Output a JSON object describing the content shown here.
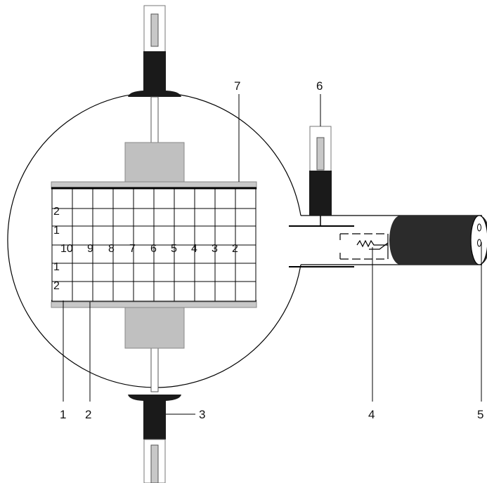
{
  "callouts": {
    "c1": "1",
    "c2": "2",
    "c3": "3",
    "c4": "4",
    "c5": "5",
    "c6": "6",
    "c7": "7"
  },
  "screen_scale": {
    "horizontal": [
      "10",
      "9",
      "8",
      "7",
      "6",
      "5",
      "4",
      "3",
      "2"
    ],
    "vertical": [
      "2",
      "1",
      "1",
      "2"
    ]
  },
  "colors": {
    "outline": "#000000",
    "gray_block": "#c0c0c0",
    "dark_base": "#1a1a1a",
    "gun_body": "#2b2b2b"
  }
}
